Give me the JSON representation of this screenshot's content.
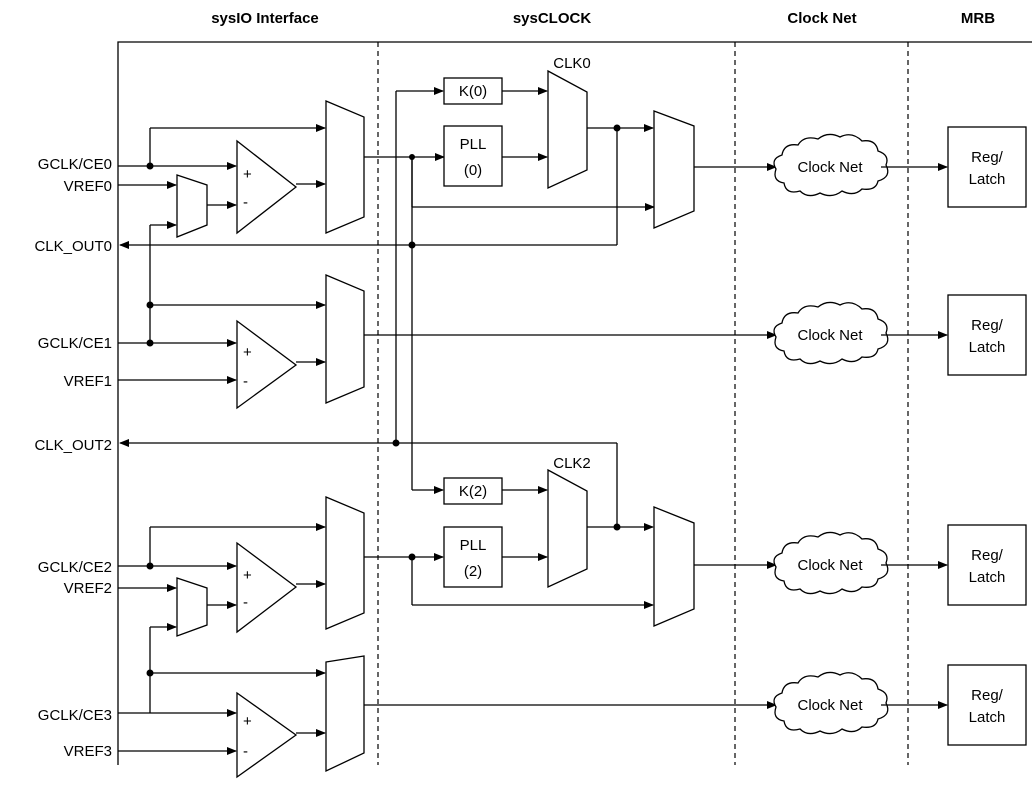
{
  "headers": {
    "sysio": "sysIO Interface",
    "sysclock": "sysCLOCK",
    "clocknet": "Clock Net",
    "mrb": "MRB"
  },
  "inputs": {
    "gclk_ce0": "GCLK/CE0",
    "vref0": "VREF0",
    "clk_out0": "CLK_OUT0",
    "gclk_ce1": "GCLK/CE1",
    "vref1": "VREF1",
    "clk_out2": "CLK_OUT2",
    "gclk_ce2": "GCLK/CE2",
    "vref2": "VREF2",
    "gclk_ce3": "GCLK/CE3",
    "vref3": "VREF3"
  },
  "comparator": {
    "plus": "+",
    "minus": "-"
  },
  "sysclock": {
    "k0": "K(0)",
    "pll0_a": "PLL",
    "pll0_b": "(0)",
    "clk0": "CLK0",
    "k2": "K(2)",
    "pll2_a": "PLL",
    "pll2_b": "(2)",
    "clk2": "CLK2"
  },
  "clock_net": {
    "net0": "Clock Net",
    "net1": "Clock Net",
    "net2": "Clock Net",
    "net3": "Clock Net"
  },
  "mrb": {
    "reg": "Reg/",
    "latch": "Latch"
  }
}
